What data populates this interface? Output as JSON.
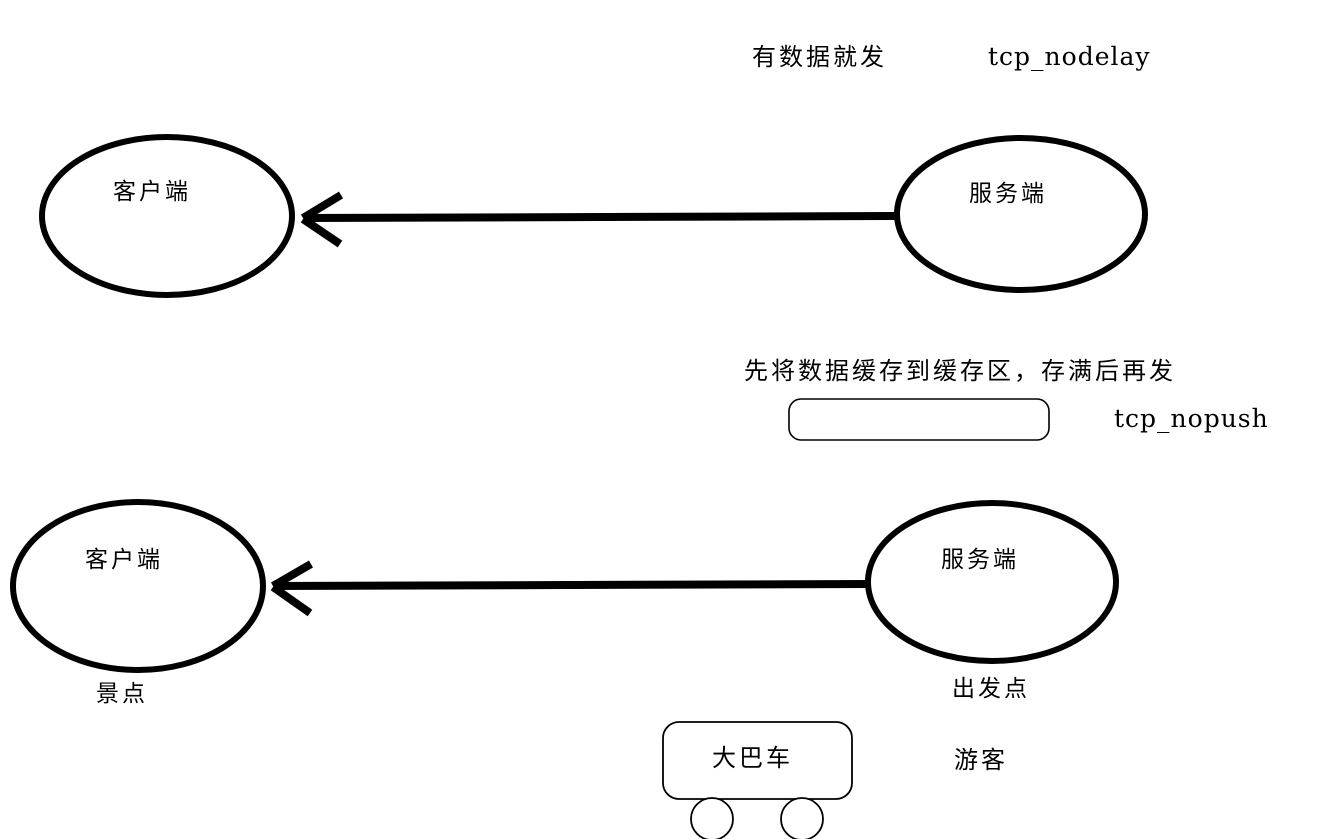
{
  "diagram": {
    "title": "tcp_nodelay vs tcp_nopush analogy diagram",
    "stroke_color": "#000000",
    "background_color": "#ffffff",
    "text_color": "#000000"
  },
  "section_nodelay": {
    "note": "有数据就发",
    "option": "tcp_nodelay",
    "client_label": "客户端",
    "server_label": "服务端",
    "arrow_direction": "server-to-client"
  },
  "section_nopush": {
    "note": "先将数据缓存到缓存区，存满后再发",
    "option": "tcp_nopush",
    "buffer_label": "",
    "client_label": "客户端",
    "server_label": "服务端",
    "arrow_direction": "server-to-client",
    "client_caption": "景点",
    "server_caption": "出发点"
  },
  "analogy": {
    "bus_label": "大巴车",
    "passengers_label": "游客"
  }
}
